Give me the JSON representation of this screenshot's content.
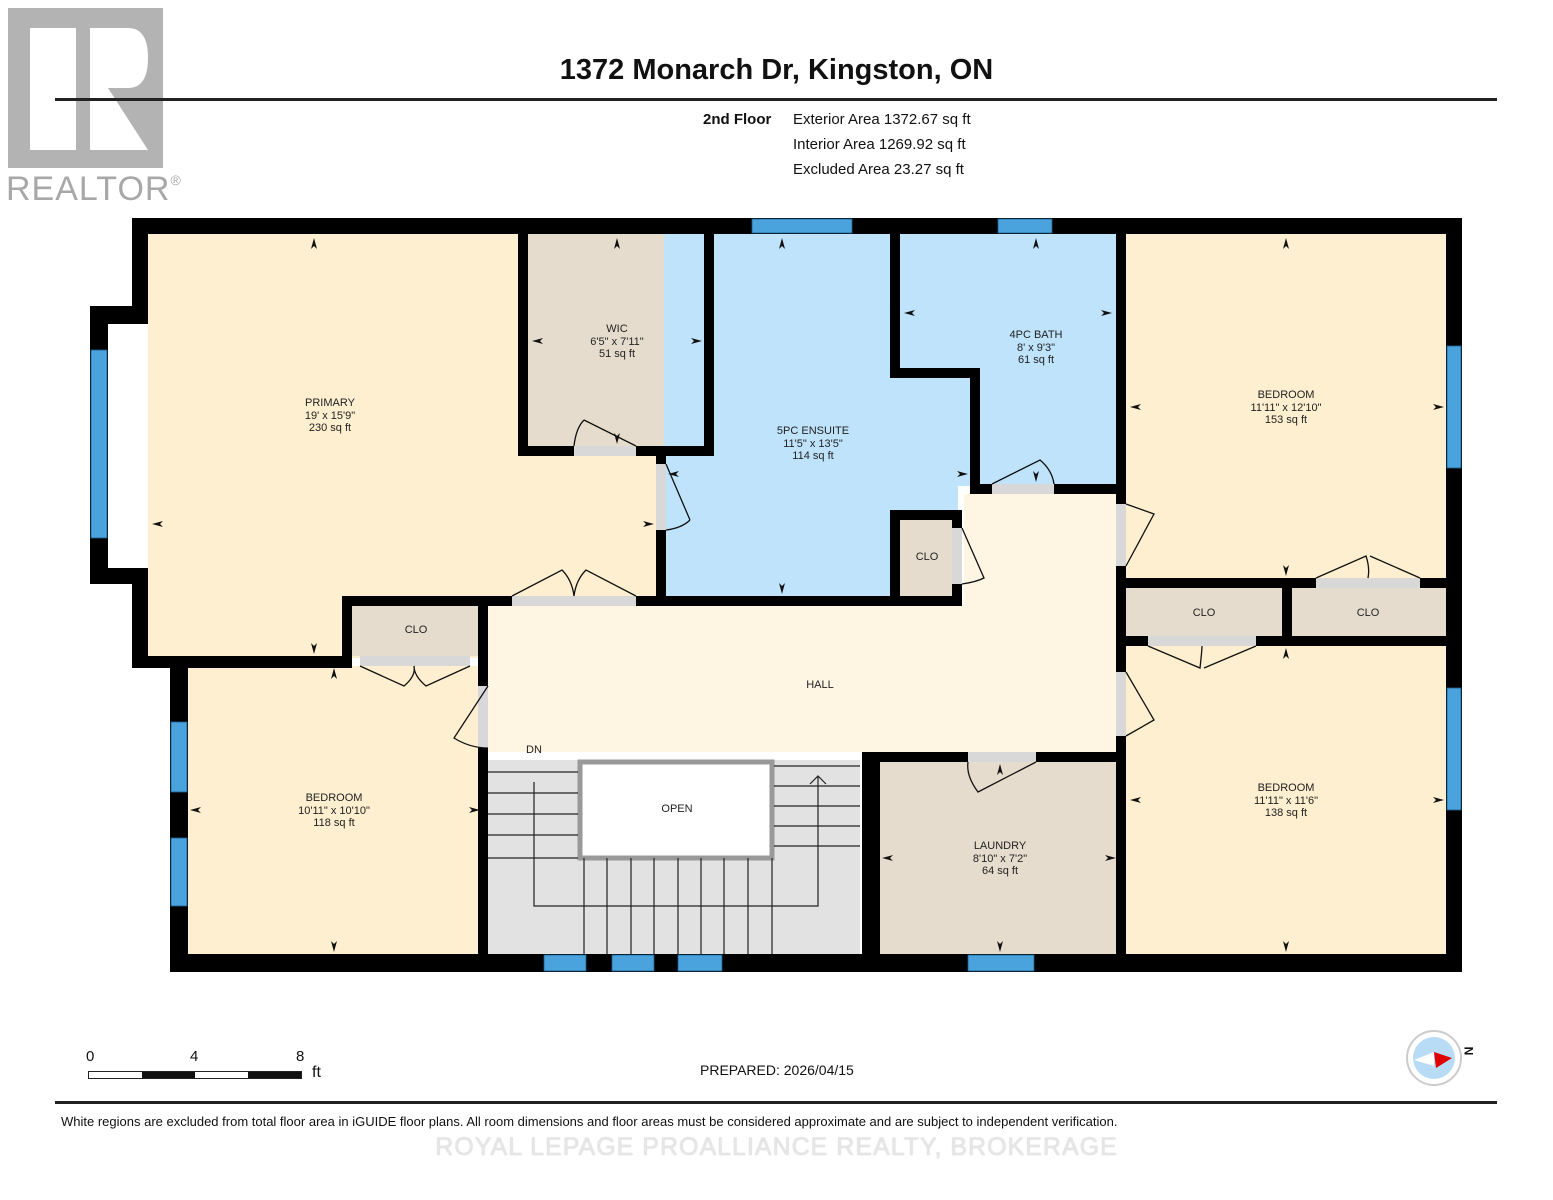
{
  "logo": {
    "brand": "REALTOR",
    "reg_mark": "®"
  },
  "header": {
    "title": "1372 Monarch Dr, Kingston, ON",
    "floor": "2nd Floor",
    "areas": [
      "Exterior Area 1372.67 sq ft",
      "Interior Area 1269.92 sq ft",
      "Excluded Area 23.27 sq ft"
    ]
  },
  "rooms": [
    {
      "name": "PRIMARY",
      "dims": "19' x 15'9\"",
      "area": "230 sq ft"
    },
    {
      "name": "WIC",
      "dims": "6'5\" x 7'11\"",
      "area": "51 sq ft"
    },
    {
      "name": "5PC ENSUITE",
      "dims": "11'5\" x 13'5\"",
      "area": "114 sq ft"
    },
    {
      "name": "4PC BATH",
      "dims": "8' x 9'3\"",
      "area": "61 sq ft"
    },
    {
      "name": "BEDROOM",
      "dims": "11'11\" x 12'10\"",
      "area": "153 sq ft"
    },
    {
      "name": "BEDROOM",
      "dims": "10'11\" x 10'10\"",
      "area": "118 sq ft"
    },
    {
      "name": "BEDROOM",
      "dims": "11'11\" x 11'6\"",
      "area": "138 sq ft"
    },
    {
      "name": "LAUNDRY",
      "dims": "8'10\" x 7'2\"",
      "area": "64 sq ft"
    }
  ],
  "labels": {
    "clo": "CLO",
    "hall": "HALL",
    "dn": "DN",
    "open": "OPEN",
    "compass_n": "N"
  },
  "colors": {
    "bedroom_fill": "#fdefcf",
    "hall_fill": "#fef6e2",
    "bath_fill": "#bfe3fb",
    "utility_fill": "#e6dccd",
    "stairs_fill": "#e2e2e2",
    "window": "#4aa3dc",
    "wall": "#000000",
    "compass_needle": "#e00000"
  },
  "scale": {
    "ticks": [
      "0",
      "4",
      "8"
    ],
    "unit": "ft"
  },
  "footer": {
    "prepared": "PREPARED: 2026/04/15",
    "disclaimer": "White regions are excluded from total floor area in iGUIDE floor plans. All room dimensions and floor areas must be considered approximate and are subject to independent verification.",
    "watermark": "ROYAL LEPAGE PROALLIANCE REALTY, BROKERAGE"
  }
}
